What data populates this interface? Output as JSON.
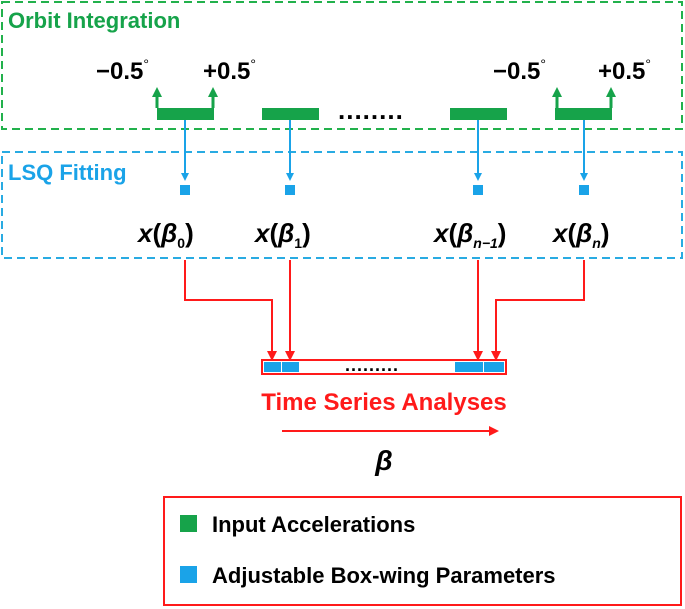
{
  "colors": {
    "green": "#16a34a",
    "green_dash": "#22b14c",
    "blue": "#1aa3e8",
    "blue_dash": "#29abe2",
    "red": "#ff1a1a",
    "black": "#000000"
  },
  "orbit": {
    "title": "Orbit Integration",
    "minus_label": "−0.5",
    "plus_label": "+0.5",
    "degree": "°",
    "ellipsis": "........"
  },
  "lsq": {
    "title": "LSQ Fitting",
    "labels": {
      "x": "x",
      "beta": "β",
      "sub0": "0",
      "sub1": "1",
      "subn1": "n−1",
      "subn": "n"
    }
  },
  "timeseries": {
    "title": "Time Series Analyses",
    "ellipsis": ".........",
    "axis_label": "β"
  },
  "legend": {
    "items": [
      {
        "label": "Input Accelerations",
        "icon": "green-square-icon",
        "color": "#16a34a"
      },
      {
        "label": "Adjustable Box-wing Parameters",
        "icon": "blue-square-icon",
        "color": "#1aa3e8"
      }
    ]
  }
}
